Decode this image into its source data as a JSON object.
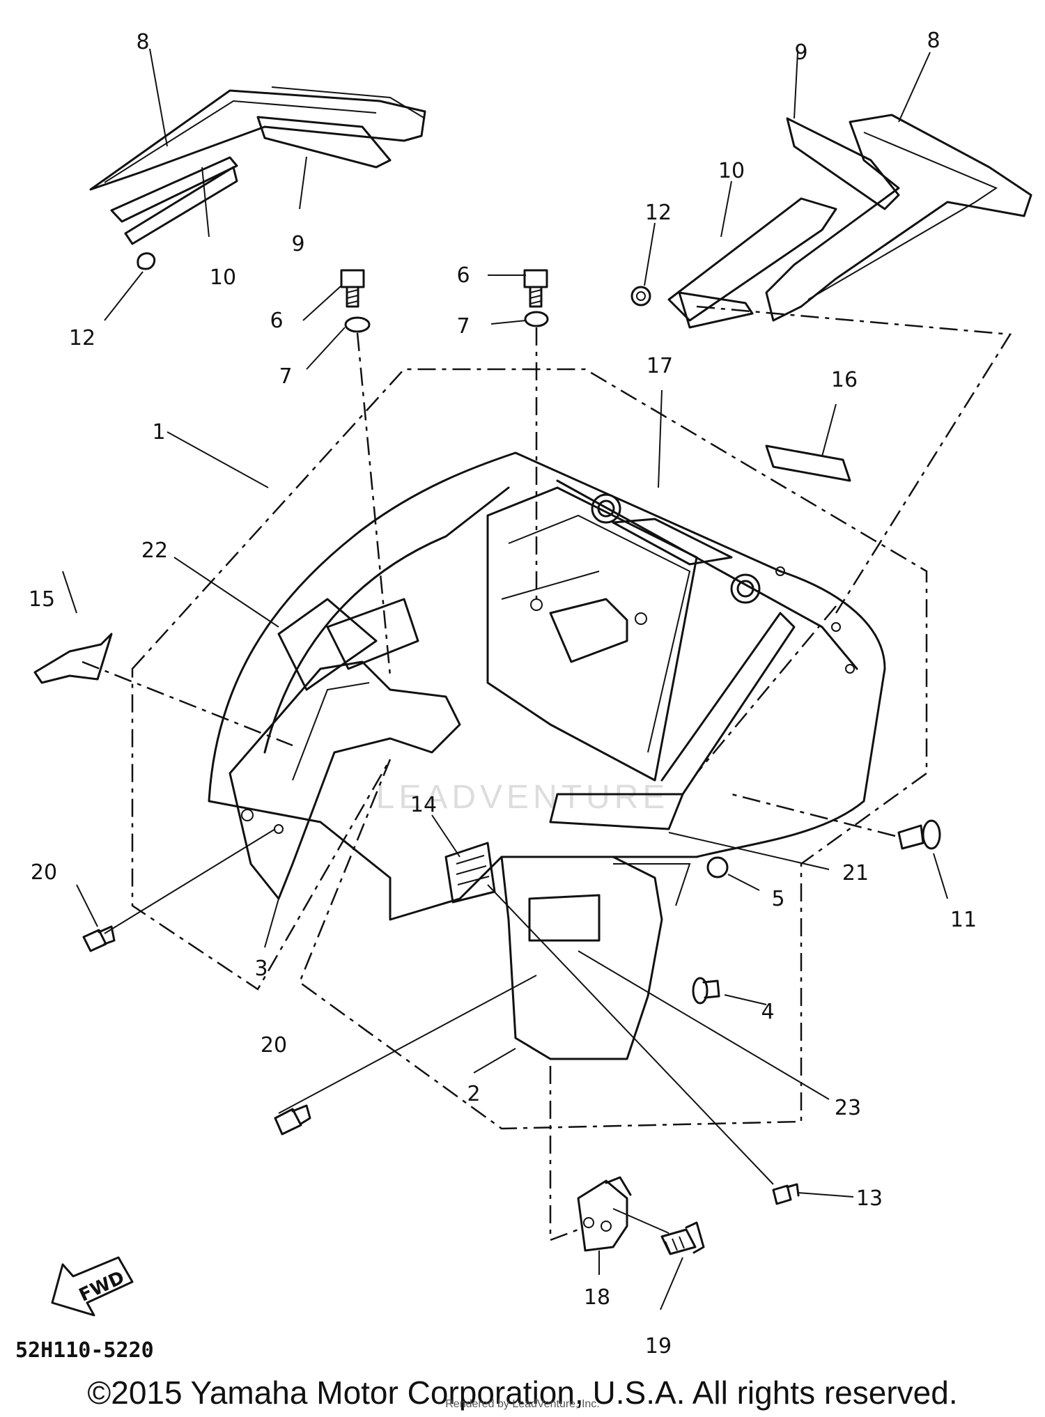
{
  "diagram": {
    "code": "52H110-5220",
    "copyright": "©2015 Yamaha Motor Corporation, U.S.A. All rights reserved.",
    "overlay": "Rendered by LeadVenture, Inc.",
    "watermark": "LEADVENTURE",
    "fwd_label": "FWD",
    "labels": {
      "l1": "1",
      "l2": "2",
      "l3": "3",
      "l4": "4",
      "l5": "5",
      "l6a": "6",
      "l6b": "6",
      "l7a": "7",
      "l7b": "7",
      "l8a": "8",
      "l8b": "8",
      "l9a": "9",
      "l9b": "9",
      "l10a": "10",
      "l10b": "10",
      "l11": "11",
      "l12a": "12",
      "l12b": "12",
      "l13": "13",
      "l14": "14",
      "l15": "15",
      "l16": "16",
      "l17": "17",
      "l18": "18",
      "l19": "19",
      "l20a": "20",
      "l20b": "20",
      "l21": "21",
      "l22": "22",
      "l23": "23"
    }
  }
}
